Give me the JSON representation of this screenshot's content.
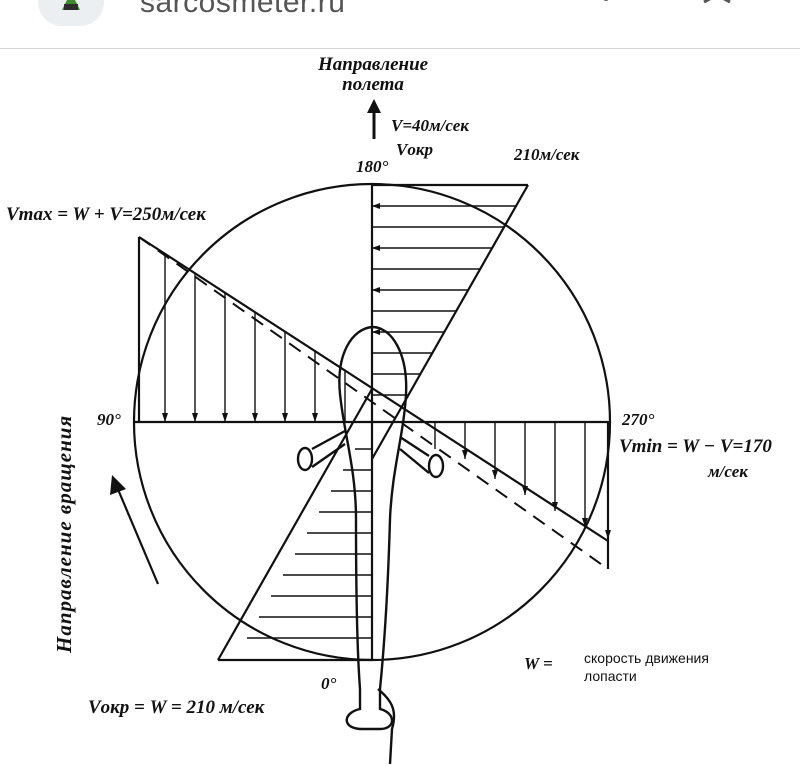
{
  "header": {
    "site_name": "sarcosmeter.ru",
    "icons": [
      "site-logo-icon",
      "more-vert-icon",
      "close-icon"
    ]
  },
  "diagram": {
    "flight_direction": "Направление\nполета",
    "flight_speed": "V=40м/сек",
    "v_okr_top_label": "Vокр",
    "v_okr_top_value": "210м/сек",
    "angle_180": "180°",
    "v_max": "Vmax = W + V=250м/сек",
    "angle_90": "90°",
    "angle_270": "270°",
    "v_min_line1": "Vmin = W − V=170",
    "v_min_line2": "м/сек",
    "angle_0": "0°",
    "v_okr_bottom": "Vокр = W = 210 м/сек",
    "legend_symbol": "W =",
    "legend_text": "скорость движения\nлопасти",
    "rotation_direction": "Направление вращения"
  },
  "colors": {
    "ink": "#111111",
    "background": "#ffffff",
    "header_text": "#555555"
  }
}
